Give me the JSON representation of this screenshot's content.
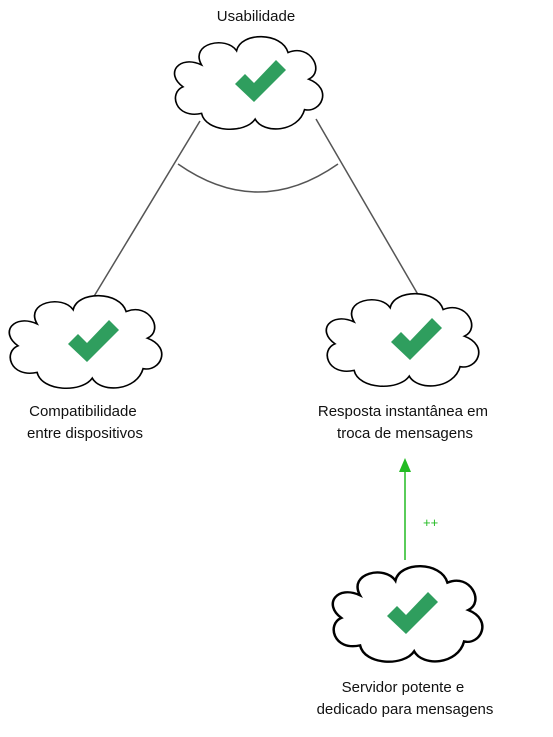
{
  "diagram": {
    "nodes": {
      "usability": {
        "label_lines": [
          "Usabilidade"
        ],
        "status_icon": "check-icon"
      },
      "compat": {
        "label_lines": [
          "Compatibilidade",
          "entre dispositivos"
        ],
        "status_icon": "check-icon"
      },
      "resposta": {
        "label_lines": [
          "Resposta instantânea em",
          "troca de mensagens"
        ],
        "status_icon": "check-icon"
      },
      "servidor": {
        "label_lines": [
          "Servidor potente e",
          "dedicado para mensagens"
        ],
        "status_icon": "check-icon"
      }
    },
    "contribution": {
      "label": "++"
    },
    "colors": {
      "check": "#2f9e5e",
      "cloud_stroke": "#000000",
      "cloud_fill": "#ffffff",
      "link": "#555555",
      "contribution": "#22bb22"
    }
  }
}
